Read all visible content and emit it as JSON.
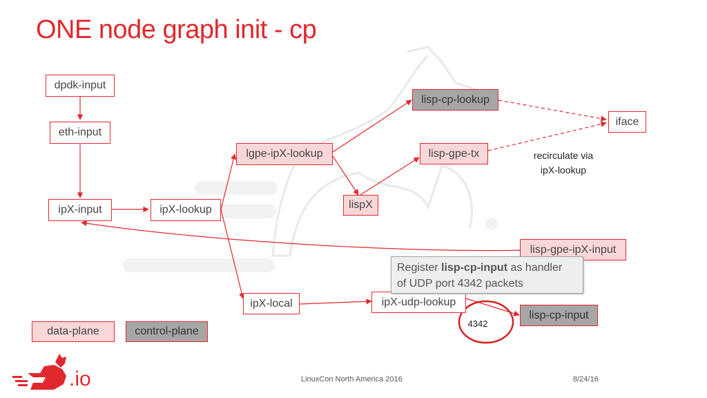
{
  "title": "ONE node graph init - cp",
  "nodes": {
    "dpdk_input": "dpdk-input",
    "eth_input": "eth-input",
    "ipx_input": "ipX-input",
    "ipx_lookup": "ipX-lookup",
    "lgpe_ipx_lookup": "lgpe-ipX-lookup",
    "lisp_cp_lookup": "lisp-cp-lookup",
    "lisp_gpe_tx": "lisp-gpe-tx",
    "iface": "iface",
    "lispx": "lispX",
    "lisp_gpe_ipx_input": "lisp-gpe-ipX-input",
    "ipx_local": "ipX-local",
    "ipx_udp_lookup": "ipX-udp-lookup",
    "lisp_cp_input": "lisp-cp-input"
  },
  "recirculate_note": {
    "line1": "recirculate via",
    "line2": "ipX-lookup"
  },
  "callout": {
    "prefix": "Register ",
    "bold": "lisp-cp-input",
    "suffix": " as handler",
    "line2": "of UDP port 4342 packets"
  },
  "port_label": "4342",
  "legend": {
    "data_plane": "data-plane",
    "control_plane": "control-plane"
  },
  "footer": {
    "event": "LinuxCon North America 2016",
    "date": "8/24/16"
  },
  "logo_text": ".io",
  "colors": {
    "accent": "#e0282e",
    "data_plane_fill": "#f9d7d8",
    "control_plane_fill": "#a6a6a6"
  }
}
